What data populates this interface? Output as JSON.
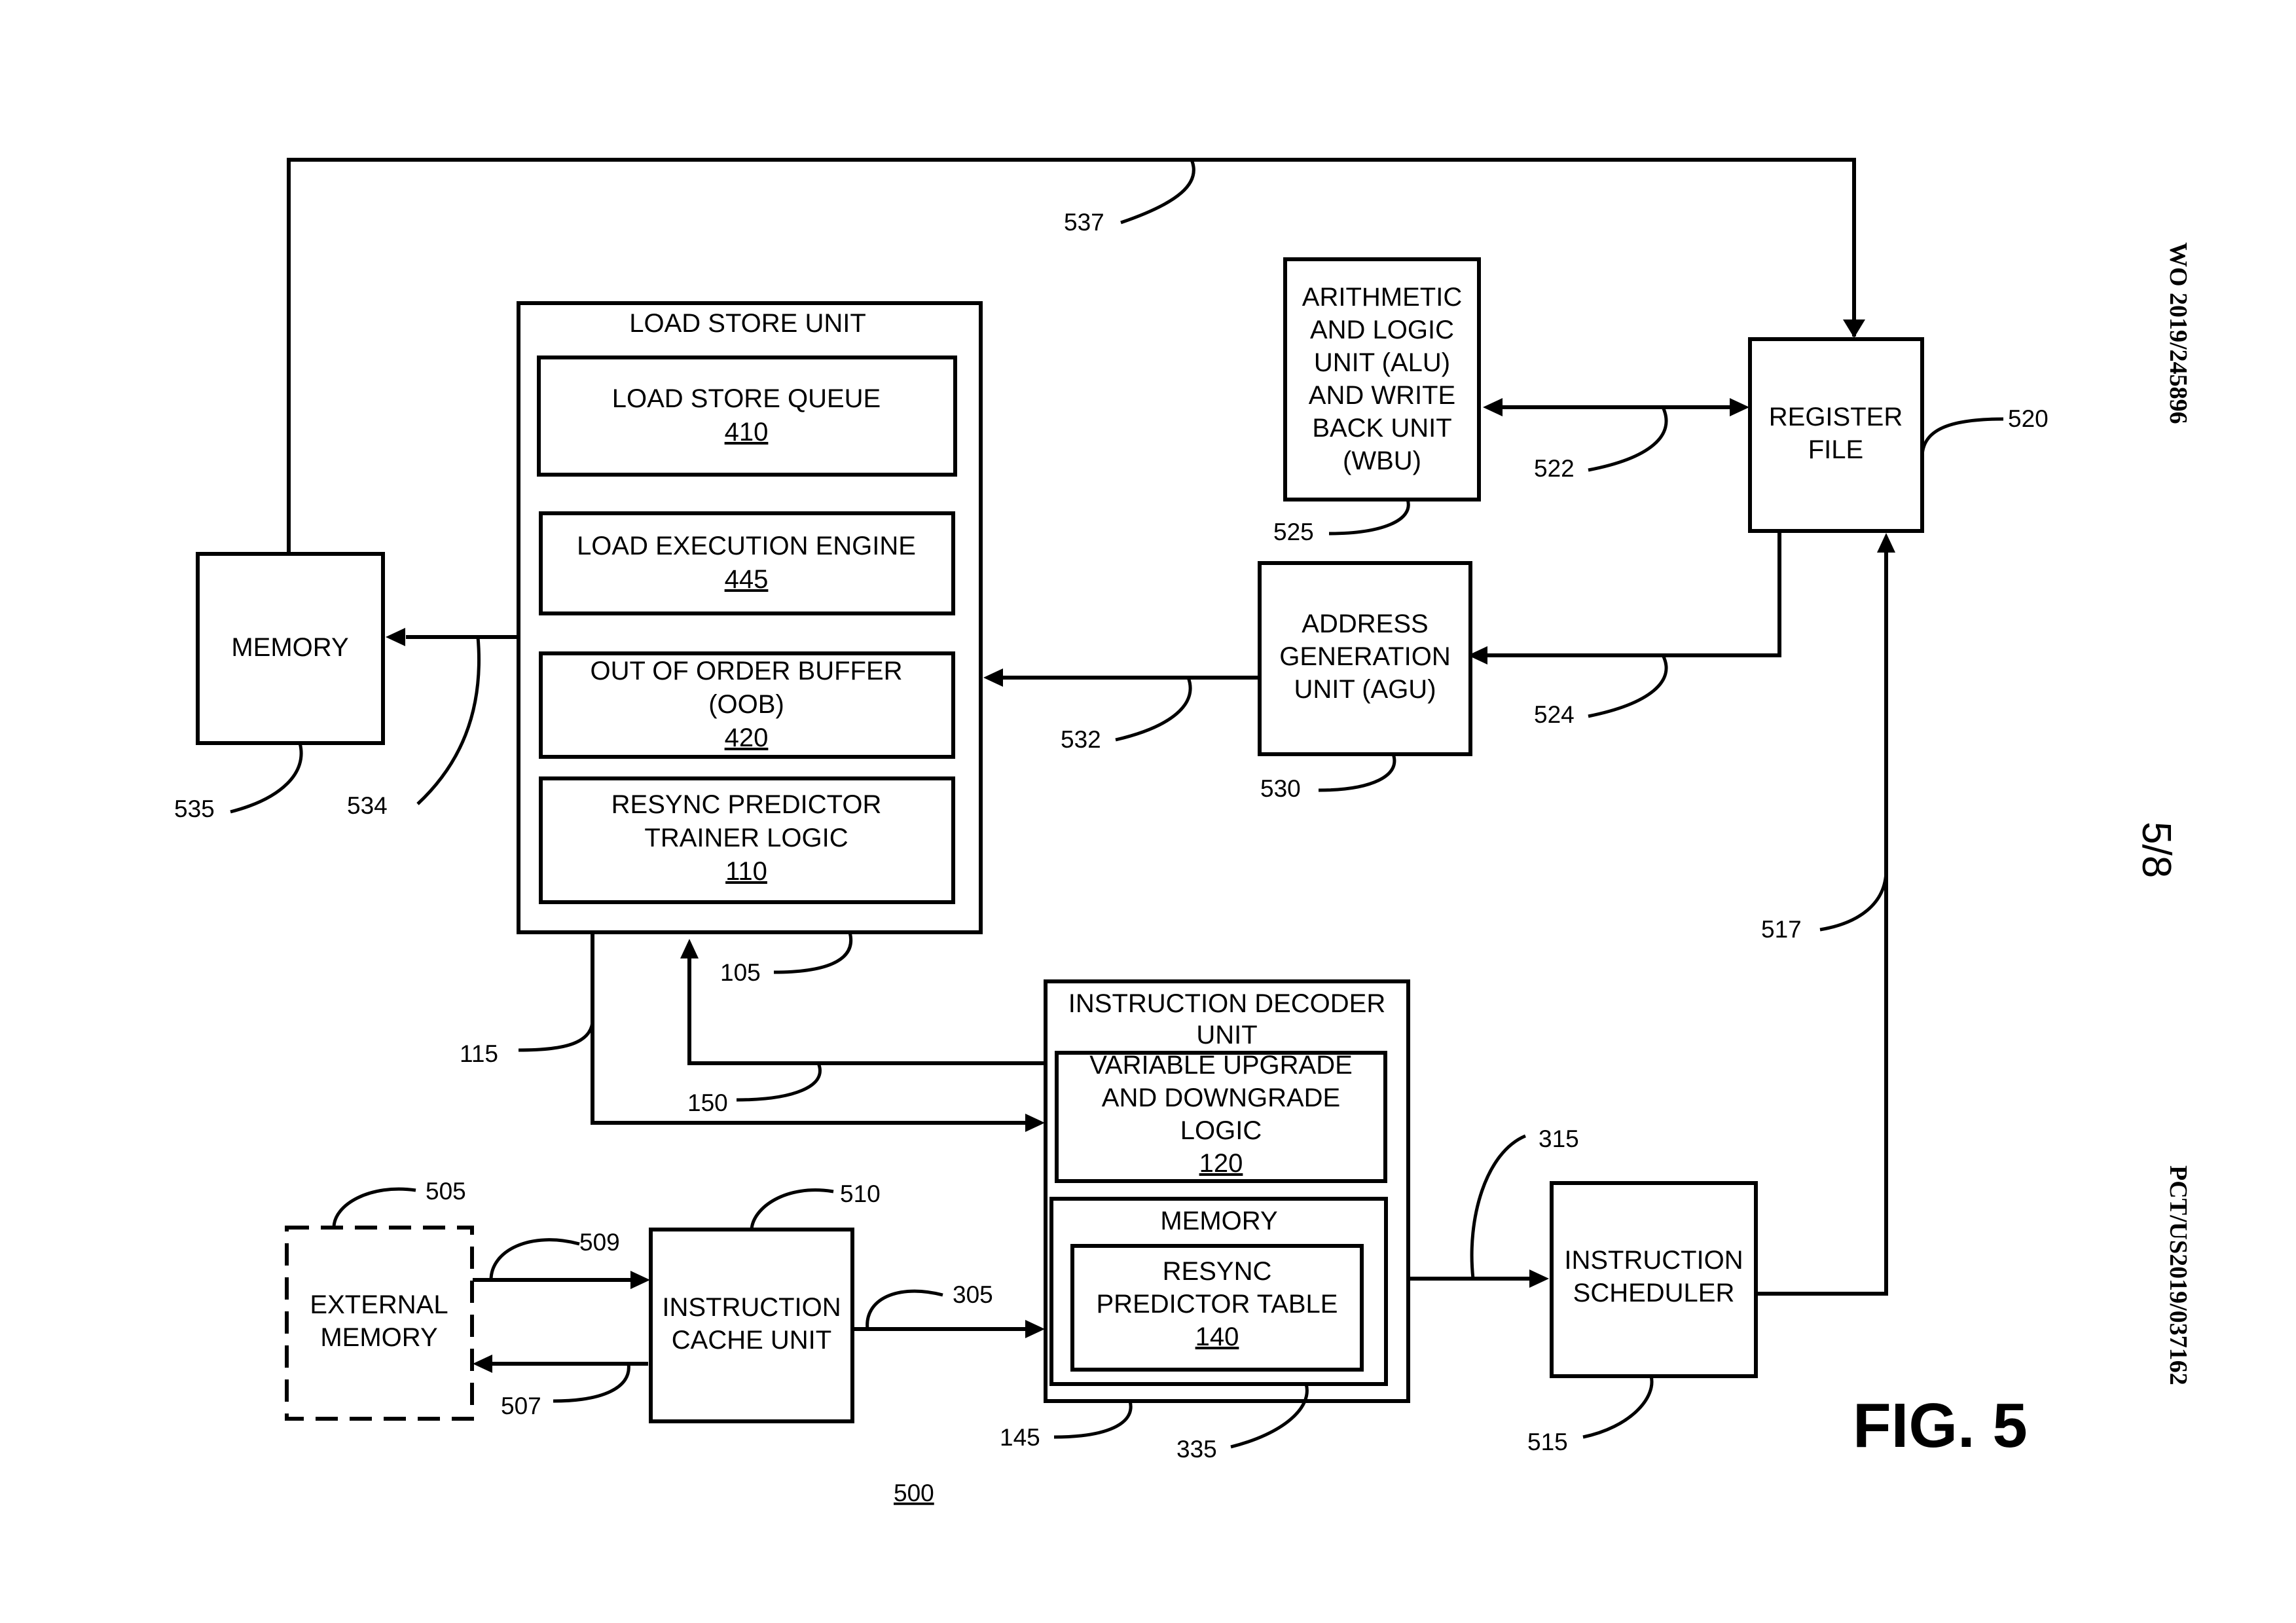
{
  "header": {
    "publication_number": "WO 2019/245896",
    "application_number": "PCT/US2019/037162",
    "sheet": "5/8"
  },
  "figure": {
    "label": "FIG. 5",
    "number": "500"
  },
  "blocks": {
    "load_store_unit": {
      "title": "LOAD STORE UNIT"
    },
    "load_store_queue": {
      "line1": "LOAD STORE QUEUE",
      "ref": "410"
    },
    "load_execution_engine": {
      "line1": "LOAD EXECUTION ENGINE",
      "ref": "445"
    },
    "out_of_order_buffer": {
      "line1": "OUT OF ORDER BUFFER",
      "line2": "(OOB)",
      "ref": "420"
    },
    "resync_trainer": {
      "line1": "RESYNC PREDICTOR",
      "line2": "TRAINER LOGIC",
      "ref": "110"
    },
    "memory_left": {
      "label": "MEMORY"
    },
    "alu_wbu": {
      "line1": "ARITHMETIC",
      "line2": "AND LOGIC",
      "line3": "UNIT (ALU)",
      "line4": "AND WRITE",
      "line5": "BACK UNIT",
      "line6": "(WBU)"
    },
    "register_file": {
      "line1": "REGISTER",
      "line2": "FILE"
    },
    "agu": {
      "line1": "ADDRESS",
      "line2": "GENERATION",
      "line3": "UNIT (AGU)"
    },
    "instruction_decoder": {
      "line1": "INSTRUCTION DECODER",
      "line2": "UNIT"
    },
    "upgrade_downgrade": {
      "line1": "VARIABLE UPGRADE",
      "line2": "AND DOWNGRADE",
      "line3": "LOGIC",
      "ref": "120"
    },
    "decoder_memory": {
      "label": "MEMORY"
    },
    "resync_table": {
      "line1": "RESYNC",
      "line2": "PREDICTOR TABLE",
      "ref": "140"
    },
    "external_memory": {
      "line1": "EXTERNAL",
      "line2": "MEMORY"
    },
    "instruction_cache": {
      "line1": "INSTRUCTION",
      "line2": "CACHE UNIT"
    },
    "instruction_scheduler": {
      "line1": "INSTRUCTION",
      "line2": "SCHEDULER"
    }
  },
  "refs": {
    "r537": "537",
    "r520": "520",
    "r522": "522",
    "r525": "525",
    "r524": "524",
    "r530": "530",
    "r532": "532",
    "r535": "535",
    "r534": "534",
    "r517": "517",
    "r105": "105",
    "r115": "115",
    "r150": "150",
    "r315": "315",
    "r505": "505",
    "r510": "510",
    "r509": "509",
    "r305": "305",
    "r507": "507",
    "r145": "145",
    "r335": "335",
    "r515": "515"
  }
}
